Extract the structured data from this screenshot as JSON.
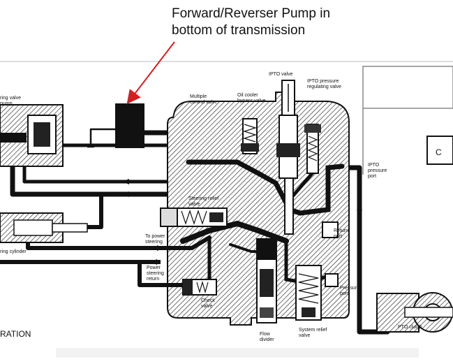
{
  "callout": {
    "line1": "Forward/Reverser Pump in",
    "line2": "bottom of transmission"
  },
  "labels": {
    "ipto_valve": "IPTO valve",
    "ipto_pressure_regulating": [
      "IPTO pressure",
      "regulating valve"
    ],
    "oil_cooler_bypass": [
      "Oil cooler",
      "bypass valve"
    ],
    "multiple_control": [
      "Multiple",
      "control valve"
    ],
    "steering_valve_pump": [
      "ring valve",
      "pump"
    ],
    "ipto_pressure_port": [
      "IPTO",
      "pressure",
      "port"
    ],
    "steering_relief": [
      "Steering relief",
      "valve"
    ],
    "to_power_steering": [
      "To power",
      "steering"
    ],
    "power_steering_return": [
      "Power",
      "steering",
      "return"
    ],
    "return_port": [
      "Return",
      "port"
    ],
    "check_valve": [
      "Check",
      "valve"
    ],
    "flow_divider": [
      "Flow",
      "divider"
    ],
    "system_relief": [
      "System relief",
      "valve"
    ],
    "pressure_port": [
      "Pressure",
      "port"
    ],
    "pto_clutch": "PTO clutch",
    "steering_cylinder": "ring cylinder",
    "section_title": "RATION",
    "side_box": "C"
  },
  "colors": {
    "arrow": "#d42020",
    "ink": "#111111"
  }
}
